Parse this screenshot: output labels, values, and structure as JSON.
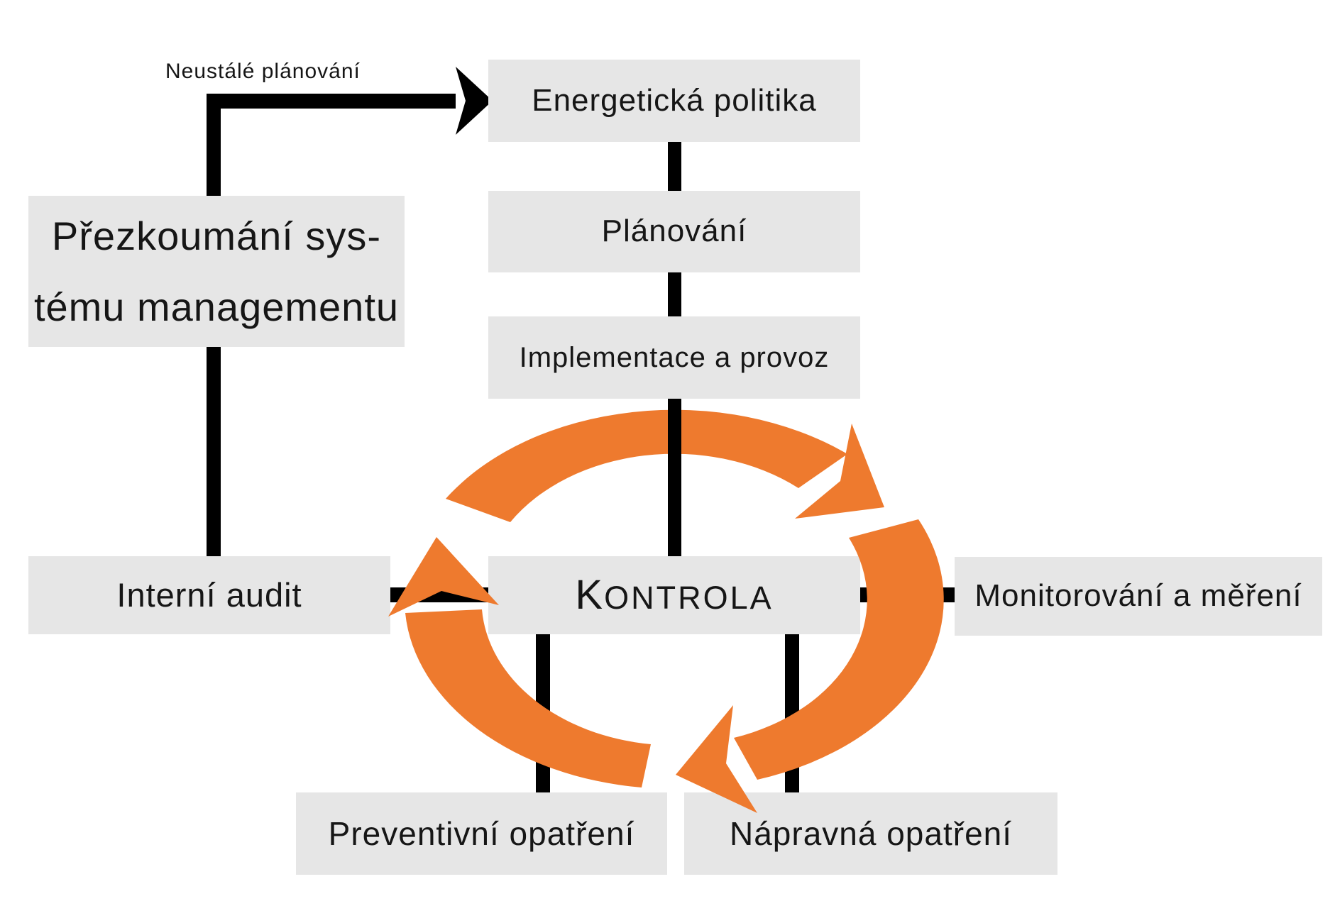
{
  "colors": {
    "box_bg": "#e6e6e6",
    "arrow_orange": "#ee7a2e",
    "line_black": "#000000",
    "text": "#161616",
    "canvas_bg": "#ffffff"
  },
  "labels": {
    "continuous_planning": "Neustálé plánování",
    "energy_policy": "Energetická politika",
    "planning": "Plánování",
    "implementation": "Implementace a provoz",
    "control_initial": "K",
    "control_rest": "ONTROLA",
    "management_review_line1": "Přezkoumání sys-",
    "management_review_line2": "tému managementu",
    "internal_audit": "Interní audit",
    "monitoring": "Monitorování a měření",
    "preventive_action": "Preventivní opatření",
    "corrective_action": "Nápravná opatření"
  },
  "icons": {
    "cycle": "clockwise-cycle-arrows-icon",
    "flow": "elbow-right-arrow-icon"
  }
}
